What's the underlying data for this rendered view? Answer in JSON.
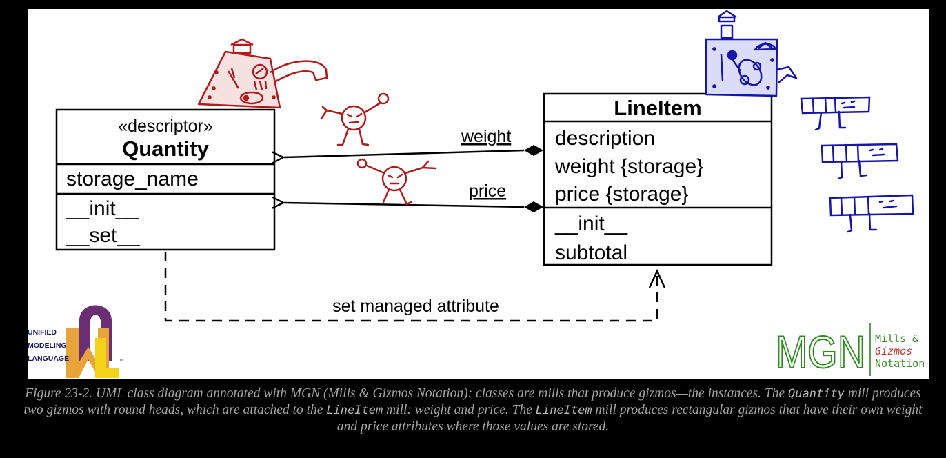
{
  "quantity": {
    "stereotype": "«descriptor»",
    "name": "Quantity",
    "attributes": [
      "storage_name"
    ],
    "methods": [
      "__init__",
      "__set__"
    ]
  },
  "lineitem": {
    "name": "LineItem",
    "attributes": [
      "description",
      "weight {storage}",
      "price {storage}"
    ],
    "methods": [
      "__init__",
      "subtotal"
    ]
  },
  "associations": [
    "weight",
    "price"
  ],
  "dependency_label": "set managed attribute",
  "uml_logo": {
    "lines": [
      "UNIFIED",
      "MODELING",
      "LANGUAGE"
    ],
    "tm": "™"
  },
  "mgn_logo": {
    "mark": "MGN",
    "words": [
      "Mills &",
      "Gizmos",
      "Notation"
    ]
  },
  "caption": {
    "t1": "Figure 23-2. UML class diagram annotated with MGN (Mills & Gizmos Notation): classes are mills that produce gizmos—the instances. The ",
    "c1": "Quantity",
    "t2": " mill produces two gizmos with round heads, which are attached to the ",
    "c2": "LineItem",
    "t3": " mill: weight and price. The ",
    "c3": "LineItem",
    "t4": " mill produces rectangular gizmos that have their own weight and price attributes where those values are stored."
  },
  "colors": {
    "mill_red": "#b01a1a",
    "mill_blue": "#1515a8",
    "uml_purple": "#6b2d73",
    "uml_orange": "#e8a33b",
    "uml_yellow": "#f3d21a",
    "mgn_green": "#2e8b1e",
    "mgn_red": "#c0392b",
    "caption": "#a4a4a4"
  }
}
